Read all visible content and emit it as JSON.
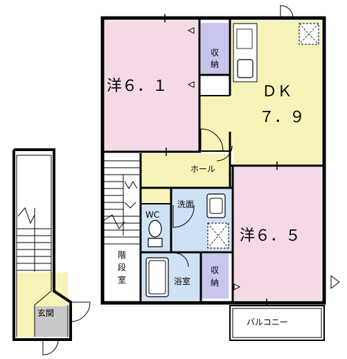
{
  "rooms": {
    "western_1": "洋６．１",
    "dk_top": "ＤＫ",
    "dk_size": "７．９",
    "western_2": "洋６．５",
    "hall": "ホール",
    "washroom": "洗面",
    "wc": "WC",
    "bath": "浴室",
    "stair_char1": "階",
    "stair_char2": "段",
    "stair_char3": "室",
    "storage1_a": "収",
    "storage1_b": "納",
    "storage2_a": "収",
    "storage2_b": "納",
    "entrance": "玄関",
    "balcony": "バルコニー"
  },
  "colors": {
    "pink": "#f5d9e6",
    "yellow": "#f7f3b8",
    "lilac": "#c8c5ee",
    "blue": "#cfe1f5",
    "gray": "#c8c8c8",
    "white": "#ffffff",
    "wall": "#000000"
  }
}
